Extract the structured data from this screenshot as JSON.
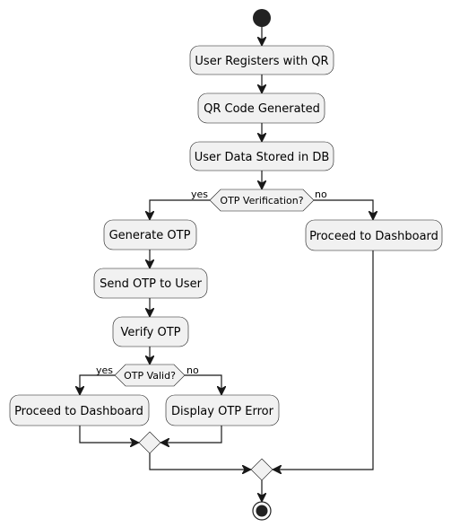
{
  "activities": {
    "register": "User Registers with QR",
    "qr_generated": "QR Code Generated",
    "data_stored": "User Data Stored in DB",
    "generate_otp": "Generate OTP",
    "send_otp": "Send OTP to User",
    "verify_otp": "Verify OTP",
    "proceed_dashboard_left": "Proceed to Dashboard",
    "display_error": "Display OTP Error",
    "proceed_dashboard_right": "Proceed to Dashboard"
  },
  "decisions": {
    "otp_verification": "OTP Verification?",
    "otp_valid": "OTP Valid?"
  },
  "branches": {
    "verification_yes": "yes",
    "verification_no": "no",
    "valid_yes": "yes",
    "valid_no": "no"
  },
  "colors": {
    "node_fill": "#f1f1f1",
    "stroke": "#181818",
    "background": "#ffffff"
  }
}
